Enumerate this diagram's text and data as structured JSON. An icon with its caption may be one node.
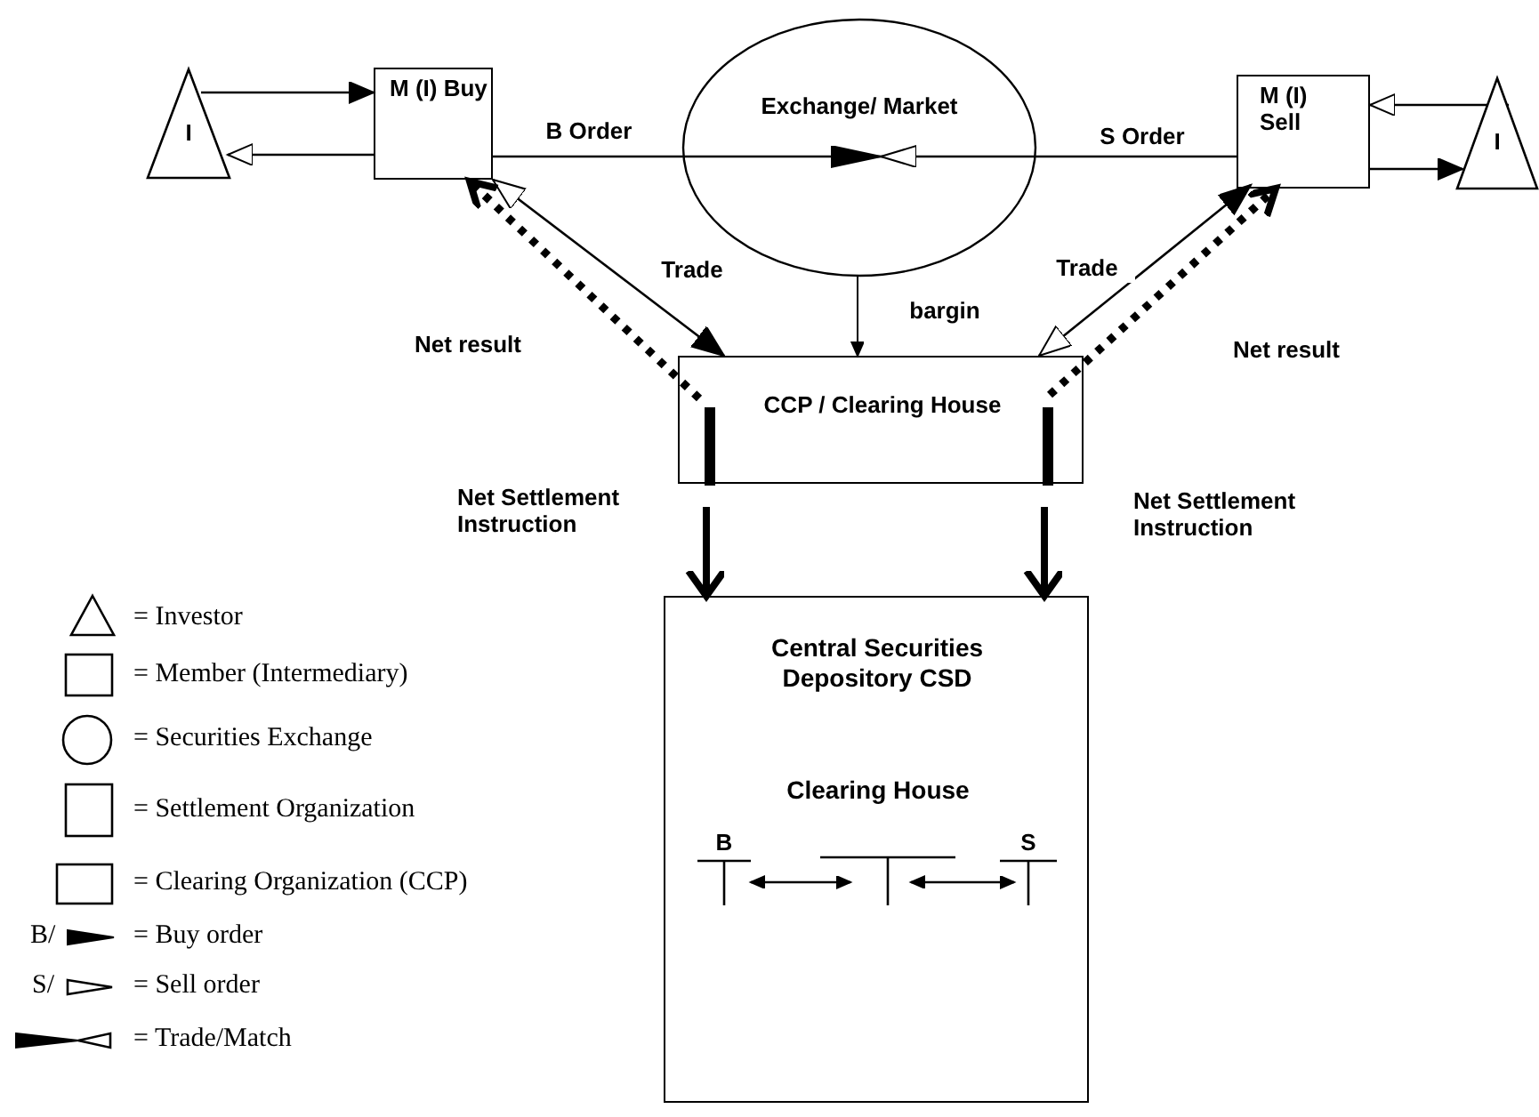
{
  "diagram": {
    "nodes": [
      {
        "text": [
          "I"
        ]
      },
      {
        "text": [
          "M (I) Buy"
        ]
      },
      {
        "text": [
          "Exchange/ Market"
        ]
      },
      {
        "text": [
          "M (I) Sell"
        ]
      },
      {
        "text": [
          "I"
        ]
      },
      {
        "text": [
          "CCP / Clearing House"
        ]
      },
      {
        "text": [],
        "shape": "bar",
        "in": 5
      },
      {
        "text": [],
        "shape": "bar",
        "in": 5
      },
      {
        "text": [
          "Central Securities Depository CSD",
          "Clearing House"
        ]
      },
      {
        "text": [
          "B"
        ],
        "in": 8
      },
      {
        "text": [],
        "shape": "bar",
        "in": 8
      },
      {
        "text": [
          "S"
        ],
        "in": 8
      }
    ],
    "edges": [
      {
        "from": 0,
        "to": 1,
        "arrow": "to"
      },
      {
        "from": 1,
        "to": 0,
        "arrow": "to"
      },
      {
        "from": 1,
        "to": 2,
        "arrow": "to",
        "label": "B Order"
      },
      {
        "from": 3,
        "to": 2,
        "arrow": "to",
        "label": "S Order"
      },
      {
        "from": 3,
        "to": 4,
        "arrow": "to"
      },
      {
        "from": 4,
        "to": 3,
        "arrow": "to"
      },
      {
        "from": 2,
        "to": 5,
        "arrow": "to",
        "label": "bargin"
      },
      {
        "from": 1,
        "to": 5,
        "arrow": "both",
        "label": "Trade"
      },
      {
        "from": 5,
        "to": 3,
        "arrow": "both",
        "label": "Trade"
      },
      {
        "from": 6,
        "to": 1,
        "arrow": "to",
        "label": "Net result",
        "style": "dashed"
      },
      {
        "from": 7,
        "to": 3,
        "arrow": "to",
        "label": "Net result",
        "style": "dashed"
      },
      {
        "from": 6,
        "to": 8,
        "arrow": "to",
        "label": "Net Settlement Instruction",
        "style": "thick"
      },
      {
        "from": 7,
        "to": 8,
        "arrow": "to",
        "label": "Net Settlement Instruction",
        "style": "thick"
      },
      {
        "from": 9,
        "to": 10,
        "arrow": "both"
      },
      {
        "from": 10,
        "to": 11,
        "arrow": "both"
      }
    ],
    "labels": [
      "B/",
      "S/"
    ],
    "legend": [
      {
        "text": "= Investor"
      },
      {
        "text": "= Member (Intermediary)"
      },
      {
        "text": "= Securities Exchange"
      },
      {
        "text": "= Settlement Organization"
      },
      {
        "text": "= Clearing Organization (CCP)"
      },
      {
        "text": "= Buy order"
      },
      {
        "text": "= Sell order"
      },
      {
        "text": "= Trade/Match"
      }
    ]
  }
}
